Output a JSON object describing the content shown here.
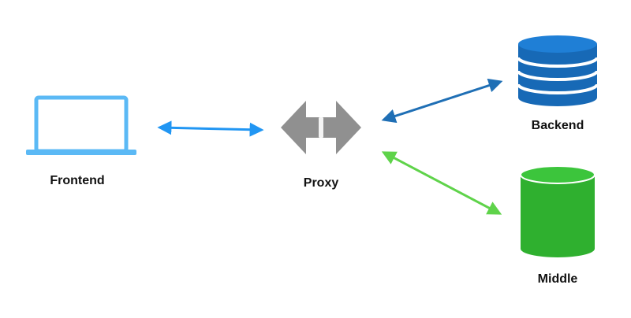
{
  "nodes": {
    "frontend": {
      "label": "Frontend",
      "icon": "laptop-icon"
    },
    "proxy": {
      "label": "Proxy",
      "icon": "proxy-arrows-icon"
    },
    "backend": {
      "label": "Backend",
      "icon": "database-stack-icon"
    },
    "middle": {
      "label": "Middle",
      "icon": "database-cylinder-icon"
    }
  },
  "connections": [
    {
      "from": "frontend",
      "to": "proxy",
      "direction": "bidirectional",
      "color": "#2196f3"
    },
    {
      "from": "proxy",
      "to": "backend",
      "direction": "bidirectional",
      "color": "#1f6fb5"
    },
    {
      "from": "proxy",
      "to": "middle",
      "direction": "bidirectional",
      "color": "#5fd34a"
    }
  ],
  "colors": {
    "laptop": "#5bb9f5",
    "proxy": "#909090",
    "backend_db": "#1769b6",
    "middle_db": "#2fb02f",
    "label_text": "#111111"
  }
}
